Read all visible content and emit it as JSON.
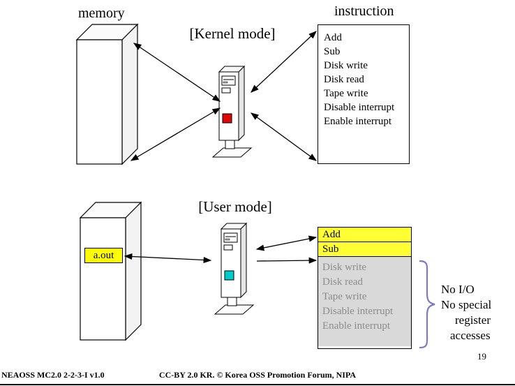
{
  "slide": {
    "top_section": {
      "memory_label": "memory",
      "mode_label": "[Kernel mode]",
      "instruction_label": "instruction",
      "instructions": [
        "Add",
        "Sub",
        "Disk write",
        "Disk read",
        "Tape write",
        "Disable interrupt",
        "Enable interrupt"
      ]
    },
    "bottom_section": {
      "mode_label": "[User  mode]",
      "aout_label": "a.out",
      "allowed_instructions": [
        "Add",
        "Sub"
      ],
      "restricted_instructions": [
        "Disk write",
        "Disk read",
        "Tape write",
        "Disable interrupt",
        "Enable interrupt"
      ],
      "note_lines": [
        "No I/O",
        "No special",
        "register",
        "accesses"
      ]
    },
    "footer": {
      "left": "NEAOSS MC2.0 2-2-3-I v1.0",
      "center": "CC-BY 2.0 KR. © Korea OSS Promotion Forum, NIPA",
      "page_number": "19"
    },
    "colors": {
      "kernel_button": "#dd0806",
      "user_button": "#00cccc",
      "aout_yellow": "#ffff00",
      "highlight_yellow": "#ffff33",
      "restricted_bg": "#d9d9d9",
      "restricted_text": "#8c8c8c",
      "brace": "#7a7ac8"
    }
  }
}
